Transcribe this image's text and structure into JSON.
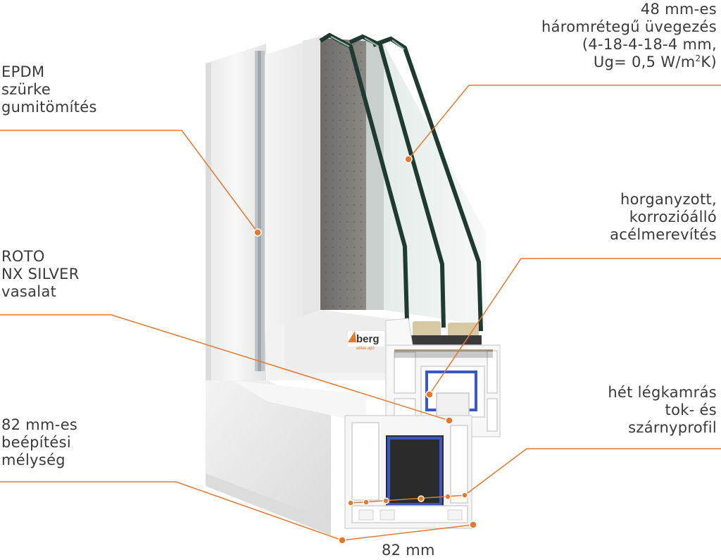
{
  "annotations": {
    "glazing": {
      "lines": [
        "48 mm-es",
        "háromrétegű üvegezés",
        "(4-18-4-18-4 mm,"
      ],
      "ug_prefix": "Ug= 0,5 W/m",
      "ug_sup": "2",
      "ug_suffix": "K)"
    },
    "gasket": {
      "lines": [
        "EPDM",
        "szürke",
        "gumitömítés"
      ]
    },
    "steel": {
      "lines": [
        "horganyzott,",
        "korrozióálló",
        "acélmerevítés"
      ]
    },
    "hardware": {
      "lines": [
        "ROTO",
        "NX SILVER",
        "vasalat"
      ]
    },
    "chambers": {
      "lines": [
        "hét légkamrás",
        "tok- és",
        "szárnyprofil"
      ]
    },
    "depth": {
      "lines": [
        "82 mm-es",
        "beépítési",
        "mélység"
      ]
    },
    "width": {
      "text": "82 mm"
    }
  },
  "logo": {
    "text": "berg",
    "tagline": "ablak ajtó"
  },
  "colors": {
    "leader": "#e8772e",
    "glass": "#1f3a30",
    "steel": "#3a57c8",
    "profile": "#f6f6f6",
    "text": "#3a3a3a"
  }
}
